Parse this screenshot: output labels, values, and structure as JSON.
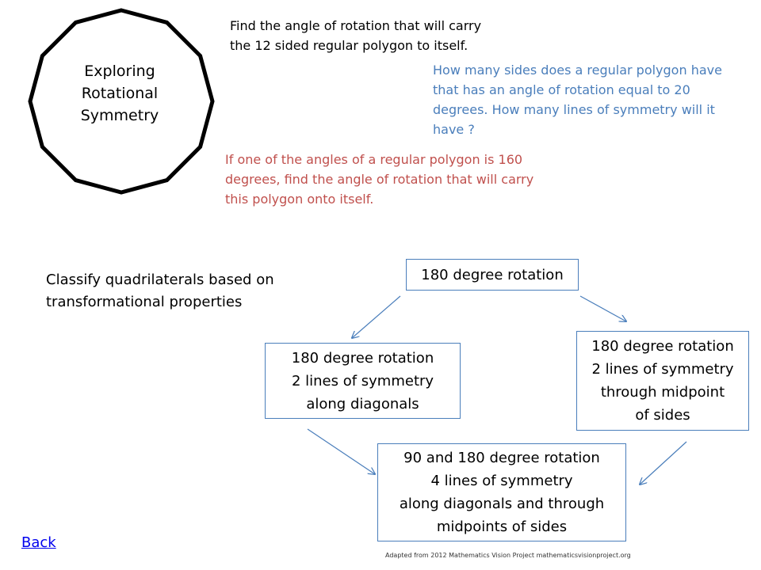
{
  "polygon": {
    "title": "Exploring\nRotational\nSymmetry",
    "sides": 12,
    "stroke_color": "#000000"
  },
  "questions": {
    "q1": "Find the angle of rotation that will carry the 12 sided regular polygon to itself.",
    "q2": "How many sides does a regular polygon have that has an angle of rotation equal to 20 degrees.  How many lines of symmetry will it have ?",
    "q3": "If one of the angles of a regular polygon is 160 degrees, find the angle of rotation that will carry this polygon onto itself."
  },
  "colors": {
    "q2": "#4a7ebb",
    "q3": "#c0504d",
    "box_border": "#4a7ebb",
    "arrow": "#4a7ebb",
    "link": "#0000ee"
  },
  "classify_text": "Classify quadrilaterals based on transformational properties",
  "boxes": {
    "top": {
      "lines": [
        "180 degree rotation"
      ]
    },
    "left": {
      "lines": [
        "180 degree rotation",
        "2 lines of symmetry",
        "along diagonals"
      ]
    },
    "right": {
      "lines": [
        "180 degree rotation",
        "2 lines of symmetry",
        "through midpoint",
        "of sides"
      ]
    },
    "bottom": {
      "lines": [
        "90 and 180 degree rotation",
        "4 lines of symmetry",
        "along diagonals and through",
        "midpoints of sides"
      ]
    }
  },
  "back_label": "Back",
  "credit": "Adapted from 2012 Mathematics Vision Project mathematicsvisionproject.org"
}
